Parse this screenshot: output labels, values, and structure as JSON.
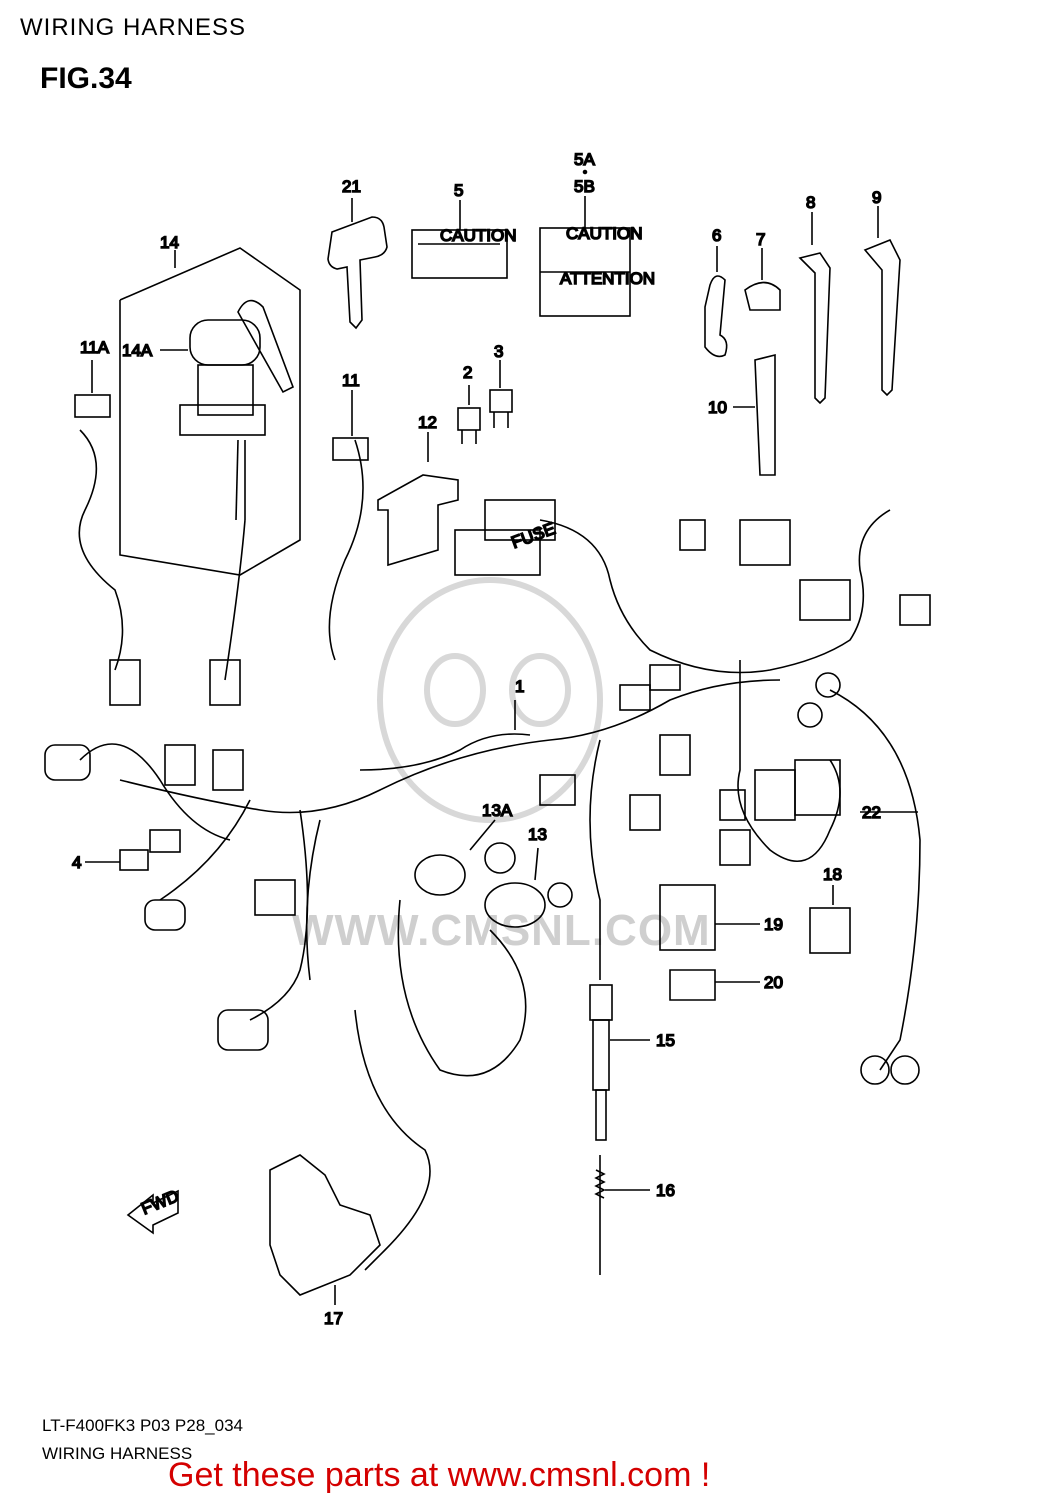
{
  "header": {
    "title": "WIRING HARNESS"
  },
  "figure": {
    "label": "FIG.34"
  },
  "watermark": {
    "text": "WWW.CMSNL.COM"
  },
  "callouts": {
    "p1": "1",
    "p2": "2",
    "p3": "3",
    "p4": "4",
    "p5": "5",
    "p5A": "5A",
    "p5B": "5B",
    "p6": "6",
    "p7": "7",
    "p8": "8",
    "p9": "9",
    "p10": "10",
    "p11": "11",
    "p11A": "11A",
    "p12": "12",
    "p13": "13",
    "p13A": "13A",
    "p14": "14",
    "p14A": "14A",
    "p15": "15",
    "p16": "16",
    "p17": "17",
    "p18": "18",
    "p19": "19",
    "p20": "20",
    "p21": "21",
    "p22": "22"
  },
  "labels": {
    "caution": "CAUTION",
    "caution2": "CAUTION",
    "attention": "ATTENTION",
    "fuse": "FUSE",
    "fwd": "FWD"
  },
  "footer": {
    "code": "LT-F400FK3 P03 P28_034",
    "title": "WIRING HARNESS"
  },
  "cta": {
    "text": "Get these parts at www.cmsnl.com !"
  },
  "colors": {
    "cta": "#d40000",
    "line": "#000000",
    "watermark": "#cfcfcf"
  }
}
